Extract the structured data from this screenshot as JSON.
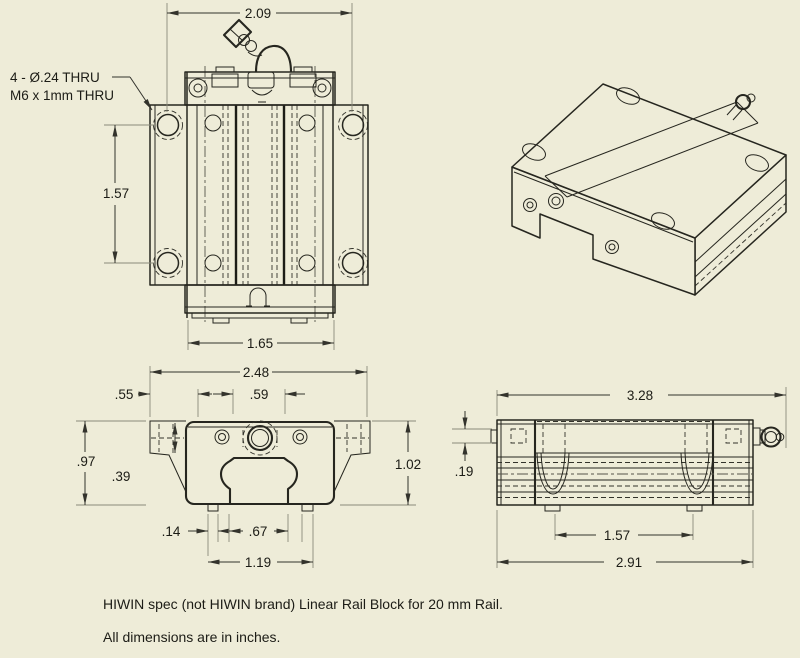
{
  "drawing": {
    "notes": {
      "line1": "HIWIN spec (not HIWIN brand) Linear Rail Block for 20 mm Rail.",
      "line2": "All dimensions are in inches."
    },
    "callout": {
      "line1": "4 - Ø.24 THRU",
      "line2": "M6 x 1mm THRU"
    },
    "colors": {
      "background": "#eeecd8",
      "line": "#26261f",
      "dimension": "#33332c",
      "extension": "#8a8a7a",
      "text": "#1c1c16"
    },
    "views": {
      "top_view": {
        "dimensions": {
          "mount_hole_span": "2.09",
          "mount_hole_pitch": "1.57",
          "body_width": "1.65"
        }
      },
      "front_view": {
        "dimensions": {
          "overall_width": "2.48",
          "flange_ear_width": ".55",
          "grease_port_width": ".59",
          "flange_height": ".97",
          "ear_height": ".39",
          "overall_height": "1.02",
          "foot_width": ".14",
          "channel_opening": ".67",
          "feet_span": "1.19"
        }
      },
      "side_view": {
        "dimensions": {
          "overall_length": "3.28",
          "end_lip_height": ".19",
          "feet_span": "1.57",
          "body_length": "2.91"
        }
      }
    }
  }
}
